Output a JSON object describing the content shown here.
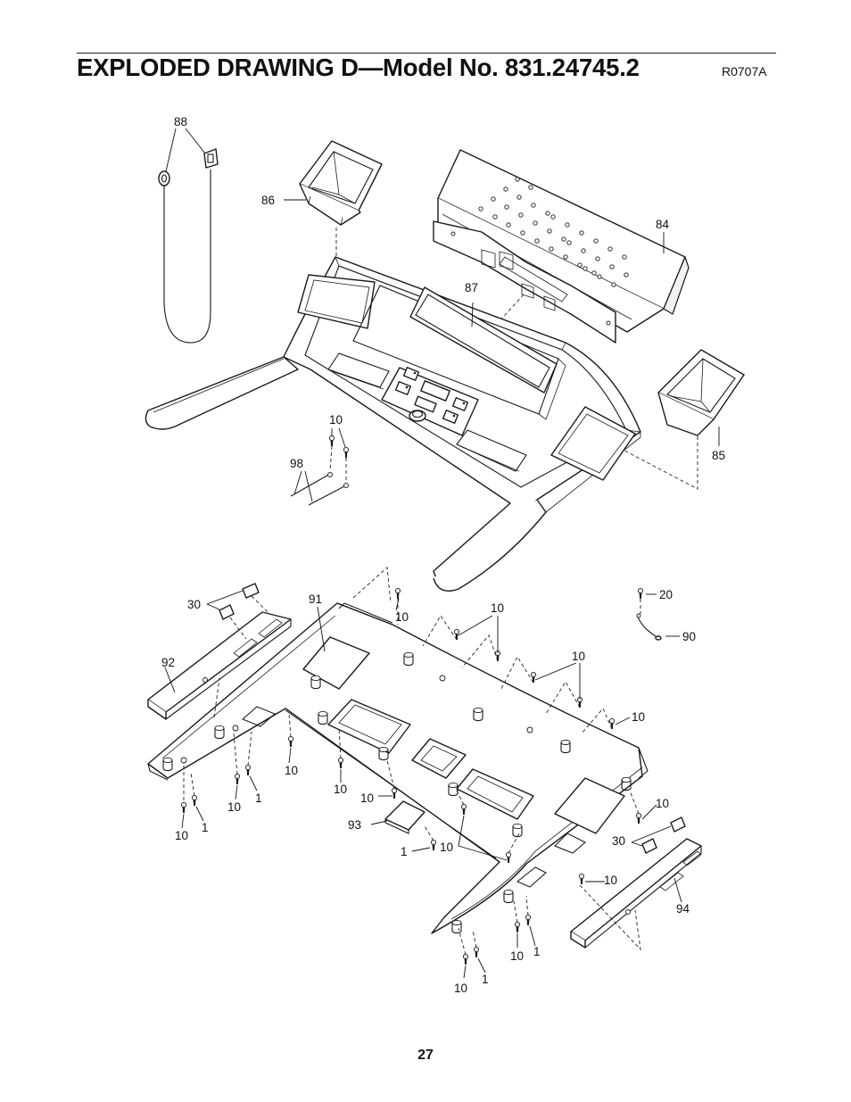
{
  "header": {
    "title": "EXPLODED DRAWING D—Model No. 831.24745.2",
    "drawing_code": "R0707A"
  },
  "footer": {
    "page_number": "27"
  },
  "callouts": {
    "c88": "88",
    "c86": "86",
    "c84": "84",
    "c87": "87",
    "c85": "85",
    "c10_top": "10",
    "c98": "98",
    "c30_left": "30",
    "c91": "91",
    "c92": "92",
    "c10_a": "10",
    "c10_b": "10",
    "c10_c": "10",
    "c10_d": "10",
    "c20": "20",
    "c90": "90",
    "c10_e": "10",
    "c10_f": "10",
    "c10_g": "10",
    "c10_h": "10",
    "c1_a": "1",
    "c10_i": "10",
    "c1_b": "1",
    "c93": "93",
    "c1_c": "1",
    "c10_j": "10",
    "c10_k": "10",
    "c30_right": "30",
    "c10_l": "10",
    "c94": "94",
    "c10_m": "10",
    "c1_d": "1",
    "c10_n": "10",
    "c1_e": "1"
  }
}
